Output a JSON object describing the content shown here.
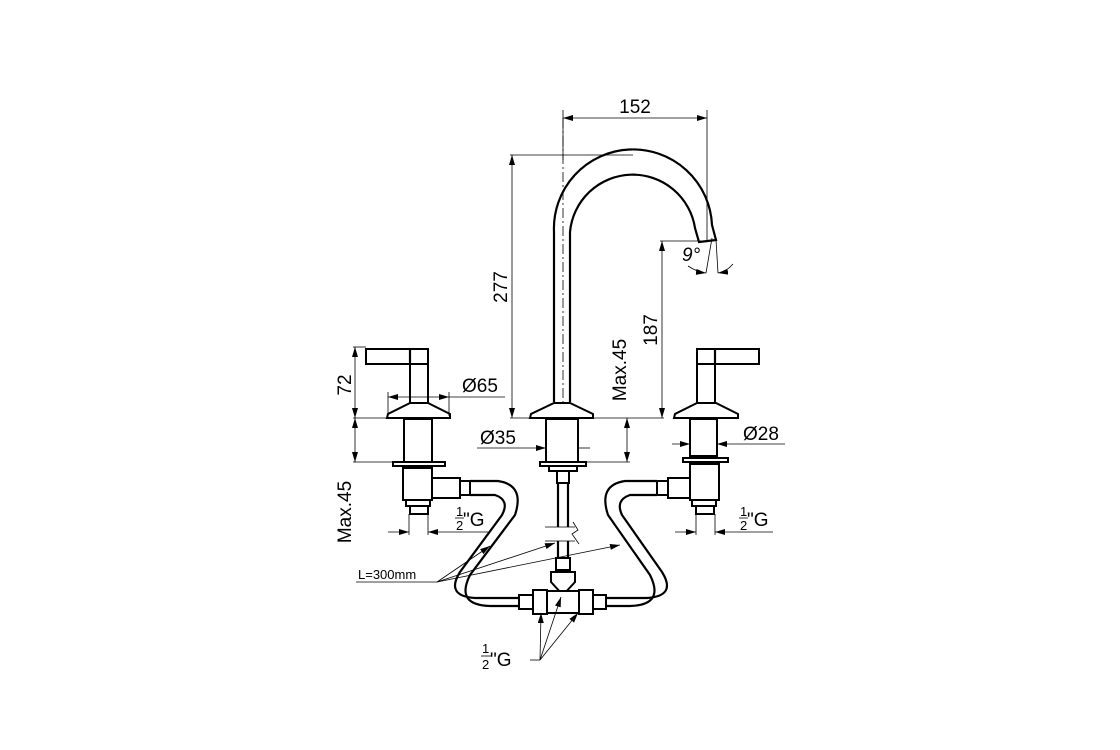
{
  "title": "Three-hole basin mixer technical drawing",
  "dimensions": {
    "spout_reach": "152",
    "total_height": "277",
    "spout_outlet_height": "187",
    "spout_angle": "9°",
    "handle_height": "72",
    "escutcheon_diameter": "Ø65",
    "spout_shank_diameter": "Ø35",
    "handle_shank_diameter": "Ø28",
    "max_deck_left": "Max.45",
    "max_deck_center": "Max.45",
    "hose_length": "L=300mm"
  },
  "thread": {
    "numerator": "1",
    "denominator": "2",
    "suffix": "\"G"
  },
  "colors": {
    "line": "#000000",
    "background": "#ffffff"
  }
}
